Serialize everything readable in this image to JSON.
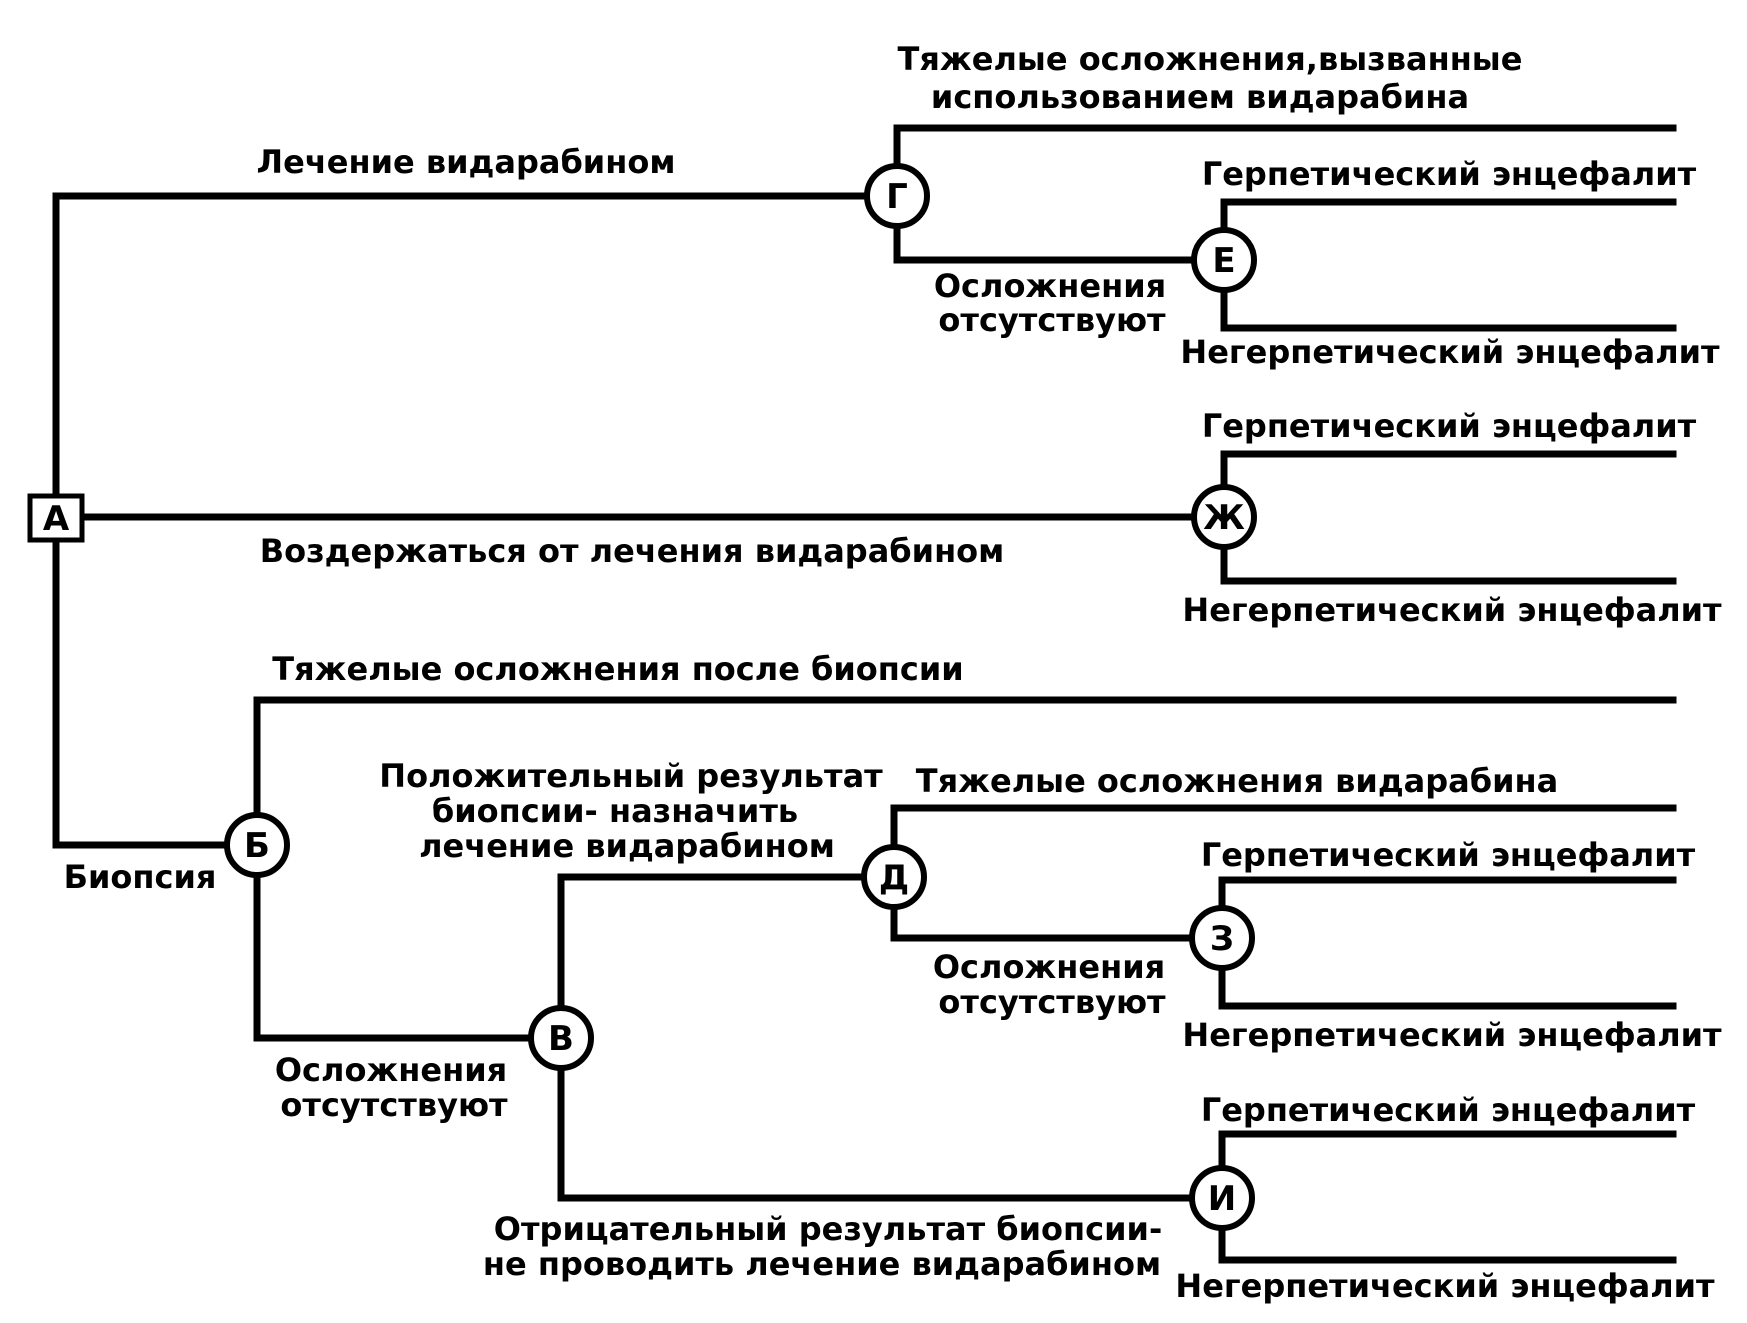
{
  "nodes": {
    "a": "А",
    "b": "Б",
    "v": "В",
    "g": "Г",
    "d": "Д",
    "e": "Е",
    "zh": "Ж",
    "z": "З",
    "i": "И"
  },
  "labels": {
    "treat_vidarabine": "Лечение видарабином",
    "severe_vidarabine_complications_1": "Тяжелые осложнения,вызванные",
    "severe_vidarabine_complications_2": "использованием видарабина",
    "no_complications_g_1": "Осложнения",
    "no_complications_g_2": "отсутствуют",
    "e_herpetic": "Герпетический энцефалит",
    "e_nonherpetic": "Негерпетический энцефалит",
    "abstain_vidarabine": "Воздержаться от лечения видарабином",
    "zh_herpetic": "Герпетический энцефалит",
    "zh_nonherpetic": "Негерпетический энцефалит",
    "biopsy": "Биопсия",
    "severe_biopsy_complications": "Тяжелые осложнения после биопсии",
    "no_complications_b_1": "Осложнения",
    "no_complications_b_2": "отсутствуют",
    "positive_biopsy_1": "Положительный результат",
    "positive_biopsy_2": "биопсии- назначить",
    "positive_biopsy_3": "лечение видарабином",
    "negative_biopsy_1": "Отрицательный результат биопсии-",
    "negative_biopsy_2": "не проводить лечение видарабином",
    "severe_vidarabine_d": "Тяжелые осложнения видарабина",
    "no_complications_d_1": "Осложнения",
    "no_complications_d_2": "отсутствуют",
    "z_herpetic": "Герпетический энцефалит",
    "z_nonherpetic": "Негерпетический энцефалит",
    "i_herpetic": "Герпетический энцефалит",
    "i_nonherpetic": "Негерпетический энцефалит"
  }
}
